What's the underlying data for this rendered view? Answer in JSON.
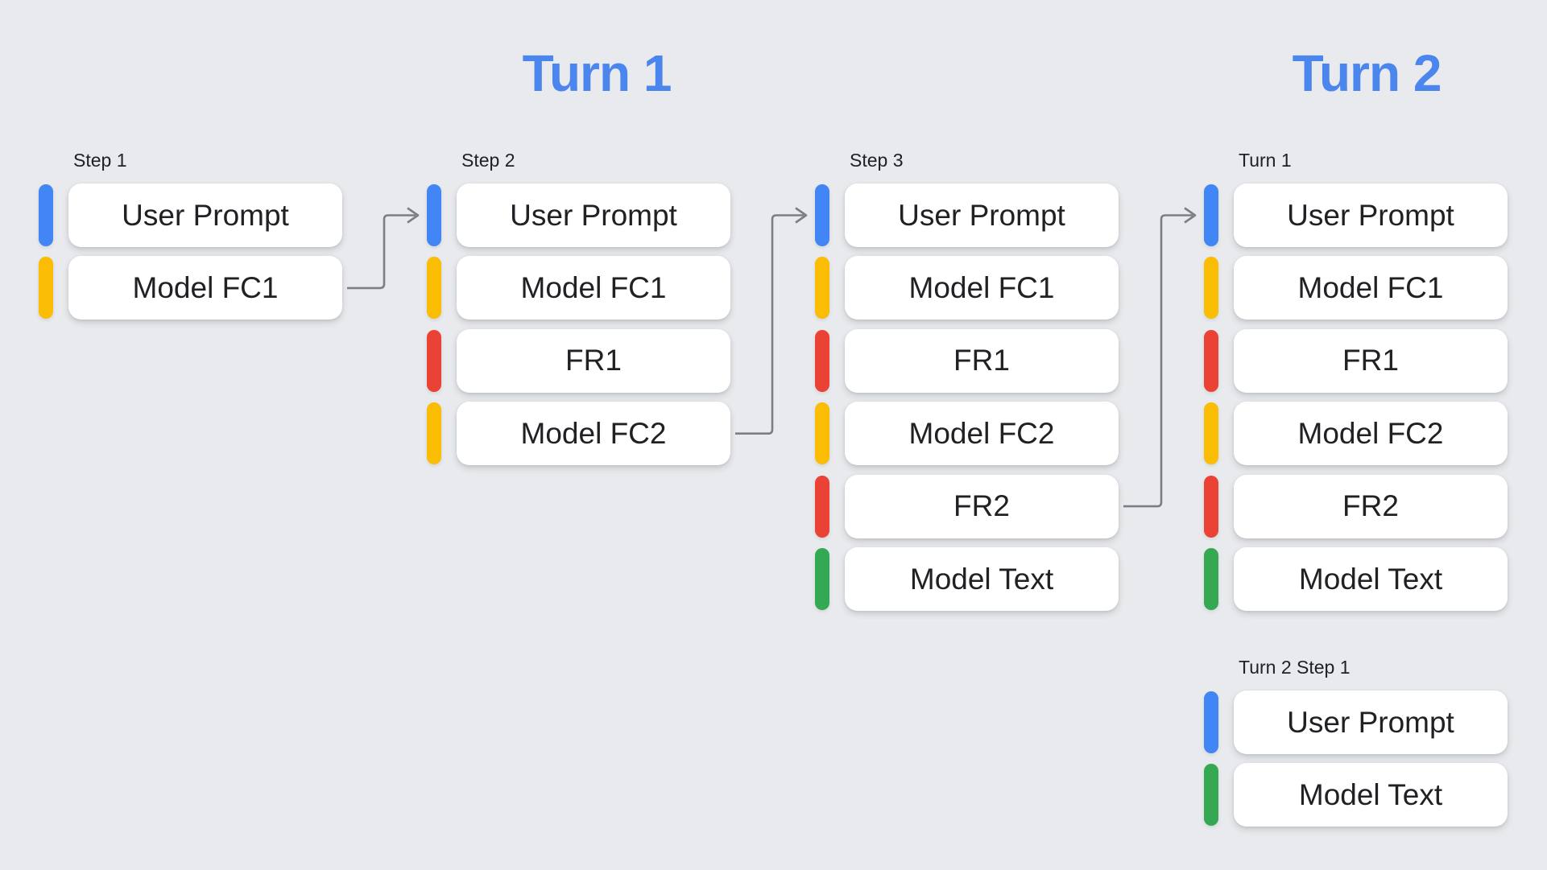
{
  "headings": [
    {
      "text": "Turn 1"
    },
    {
      "text": "Turn 2"
    }
  ],
  "colors": {
    "blue": "#4285f4",
    "yellow": "#fbbc04",
    "red": "#ea4335",
    "green": "#34a853",
    "heading_blue": "#4a86ee",
    "arrow_gray": "#7b7f83",
    "background": "#e8eaed",
    "card_bg": "#ffffff",
    "text_dark": "#202124"
  },
  "columns": [
    {
      "label": "Step 1",
      "cards": [
        {
          "label": "User Prompt",
          "color": "blue"
        },
        {
          "label": "Model FC1",
          "color": "yellow"
        }
      ]
    },
    {
      "label": "Step 2",
      "cards": [
        {
          "label": "User Prompt",
          "color": "blue"
        },
        {
          "label": "Model FC1",
          "color": "yellow"
        },
        {
          "label": "FR1",
          "color": "red"
        },
        {
          "label": "Model FC2",
          "color": "yellow"
        }
      ]
    },
    {
      "label": "Step 3",
      "cards": [
        {
          "label": "User Prompt",
          "color": "blue"
        },
        {
          "label": "Model FC1",
          "color": "yellow"
        },
        {
          "label": "FR1",
          "color": "red"
        },
        {
          "label": "Model FC2",
          "color": "yellow"
        },
        {
          "label": "FR2",
          "color": "red"
        },
        {
          "label": "Model Text",
          "color": "green"
        }
      ]
    },
    {
      "label": "Turn 1",
      "cards": [
        {
          "label": "User Prompt",
          "color": "blue"
        },
        {
          "label": "Model FC1",
          "color": "yellow"
        },
        {
          "label": "FR1",
          "color": "red"
        },
        {
          "label": "Model FC2",
          "color": "yellow"
        },
        {
          "label": "FR2",
          "color": "red"
        },
        {
          "label": "Model Text",
          "color": "green"
        }
      ]
    },
    {
      "label": "Turn 2 Step 1",
      "cards": [
        {
          "label": "User Prompt",
          "color": "blue"
        },
        {
          "label": "Model Text",
          "color": "green"
        }
      ]
    }
  ],
  "arrows": [
    {
      "from": {
        "col": 0,
        "row": 1
      },
      "to": {
        "col": 1,
        "row": 0
      }
    },
    {
      "from": {
        "col": 1,
        "row": 3
      },
      "to": {
        "col": 2,
        "row": 0
      }
    },
    {
      "from": {
        "col": 2,
        "row": 4
      },
      "to": {
        "col": 3,
        "row": 0
      }
    }
  ]
}
